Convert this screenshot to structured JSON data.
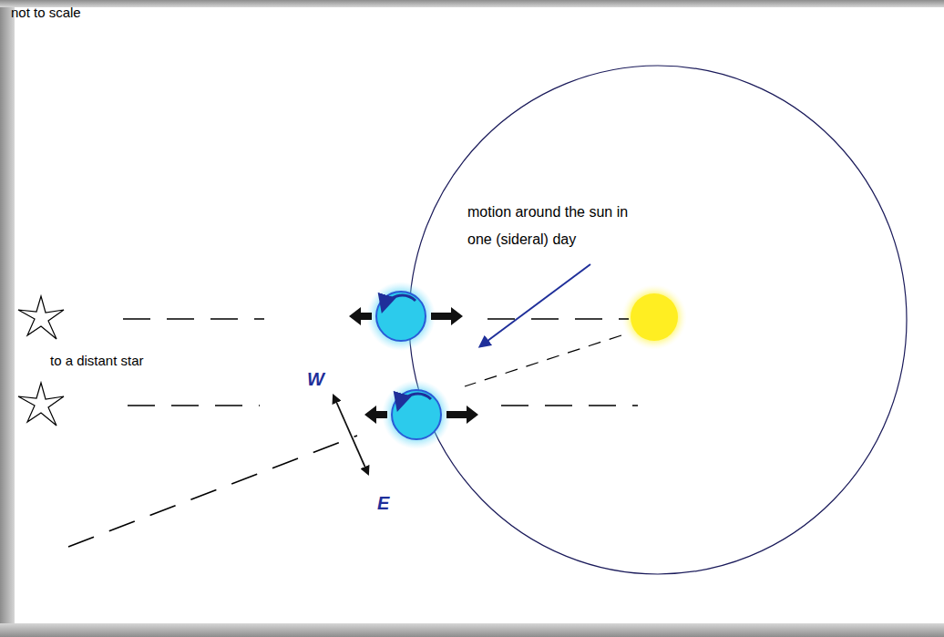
{
  "diagram": {
    "labels": [
      "not to scale",
      "motion around the sun in one (sideral) day",
      "to a distant star",
      "W",
      "E"
    ]
  }
}
